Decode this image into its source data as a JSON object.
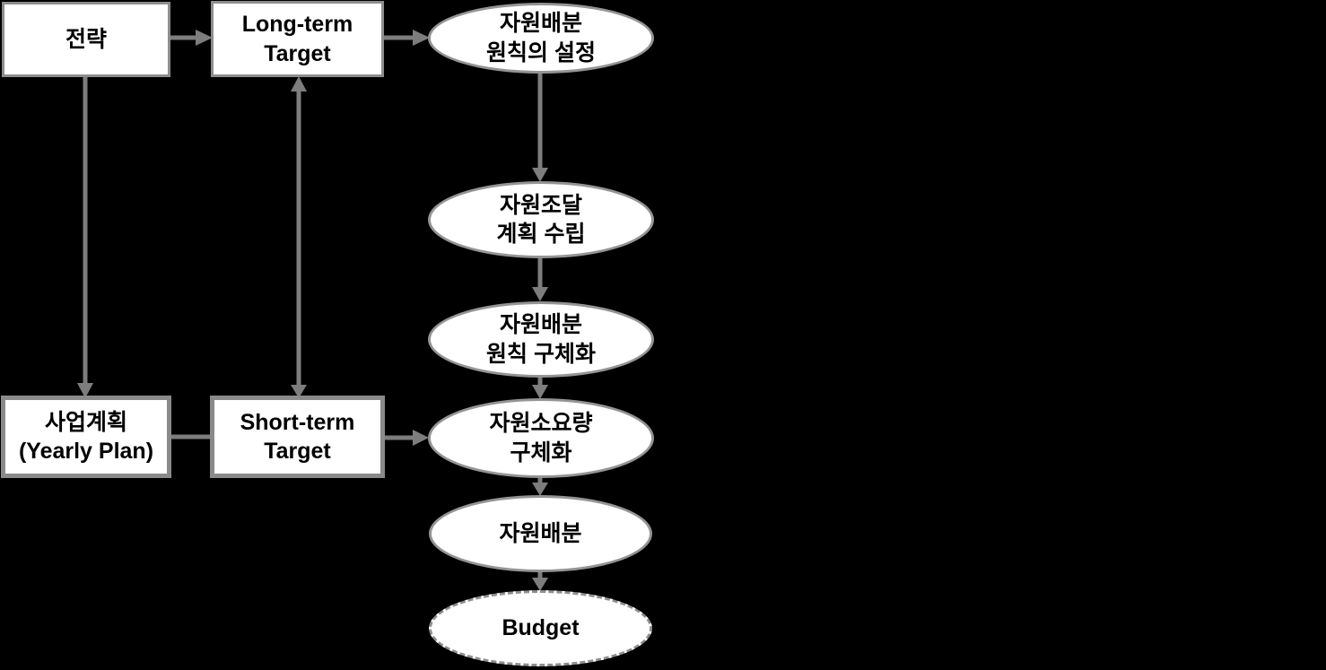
{
  "diagram": {
    "background_color": "#000000",
    "connector_color": "#7d7d7d",
    "node_fill": "#ffffff",
    "node_border_color": "#8d8d8d",
    "text_color": "#000000",
    "nodes": {
      "strategy": {
        "label": "전략",
        "shape": "rectangle"
      },
      "long_term_target": {
        "label": "Long-term\nTarget",
        "shape": "rectangle"
      },
      "yearly_plan": {
        "label": "사업계획\n(Yearly Plan)",
        "shape": "rectangle"
      },
      "short_term_target": {
        "label": "Short-term\nTarget",
        "shape": "rectangle"
      },
      "set_allocation_principles": {
        "label": "자원배분\n원칙의 설정",
        "shape": "ellipse"
      },
      "procurement_plan": {
        "label": "자원조달\n계획 수립",
        "shape": "ellipse"
      },
      "refine_allocation_principles": {
        "label": "자원배분\n원칙 구체화",
        "shape": "ellipse"
      },
      "refine_resource_requirements": {
        "label": "자원소요량\n구체화",
        "shape": "ellipse"
      },
      "resource_allocation": {
        "label": "자원배분",
        "shape": "ellipse"
      },
      "budget": {
        "label": "Budget",
        "shape": "ellipse-dashed"
      }
    }
  }
}
